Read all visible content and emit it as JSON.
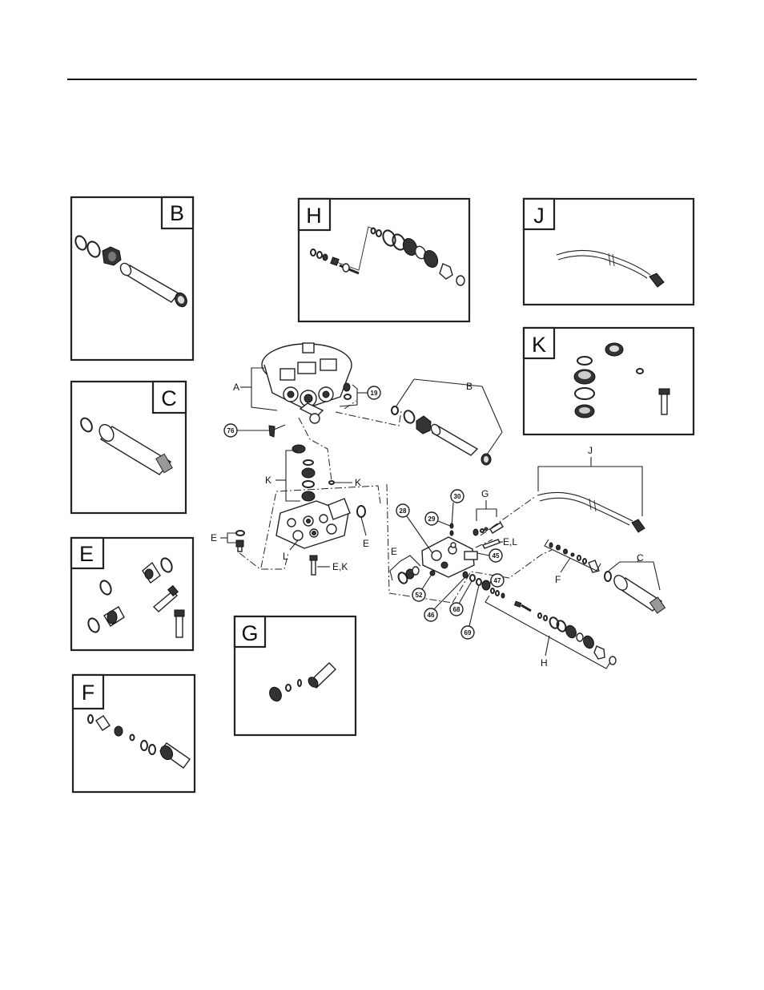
{
  "inset_letters": {
    "b": "B",
    "h": "H",
    "j": "J",
    "k": "K",
    "c": "C",
    "e": "E",
    "f": "F",
    "g": "G"
  },
  "callouts": {
    "a": "A",
    "b": "B",
    "c": "C",
    "e_left": "E",
    "e_left2": "E",
    "e_mid": "E",
    "e_k": "E,K",
    "e_l": "E,L",
    "f": "F",
    "g": "G",
    "h": "H",
    "j": "J",
    "k_left": "K",
    "k_right": "K",
    "l": "L",
    "n19": "19",
    "n76": "76",
    "n28": "28",
    "n29": "29",
    "n30": "30",
    "n45": "45",
    "n47": "47",
    "n52": "52",
    "n46": "46",
    "n68": "68",
    "n69": "69"
  }
}
